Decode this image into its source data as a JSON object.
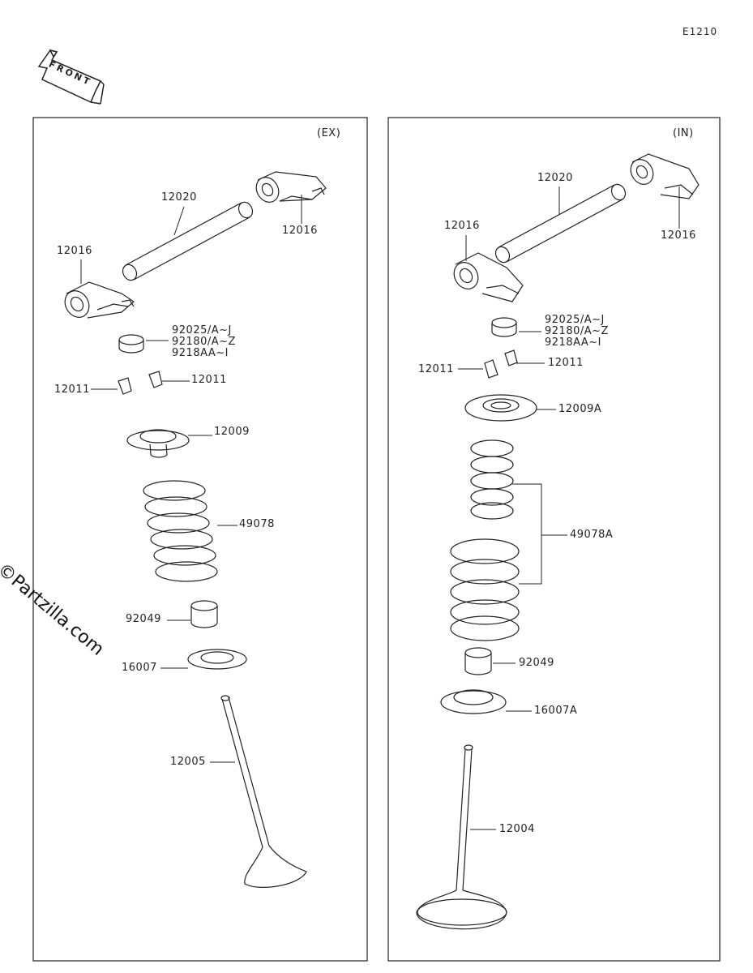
{
  "diagram_code": "E1210",
  "front_label": "FRONT",
  "watermark": "©Partzilla.com",
  "panels": {
    "ex": {
      "title": "(EX)"
    },
    "in": {
      "title": "(IN)"
    }
  },
  "ex_labels": {
    "rocker_shaft": "12020",
    "rocker_arm_top": "12016",
    "rocker_arm_left": "12016",
    "shim_1": "92025/A~J",
    "shim_2": "92180/A~Z",
    "shim_3": "9218AA~I",
    "cotter_right": "12011",
    "cotter_left": "12011",
    "retainer": "12009",
    "spring": "49078",
    "seal": "92049",
    "seat": "16007",
    "valve": "12005"
  },
  "in_labels": {
    "rocker_shaft": "12020",
    "rocker_arm_top": "12016",
    "rocker_arm_left": "12016",
    "shim_1": "92025/A~J",
    "shim_2": "92180/A~Z",
    "shim_3": "9218AA~I",
    "cotter_left": "12011",
    "cotter_right": "12011",
    "retainer": "12009A",
    "spring": "49078A",
    "seal": "92049",
    "seat": "16007A",
    "valve": "12004"
  }
}
